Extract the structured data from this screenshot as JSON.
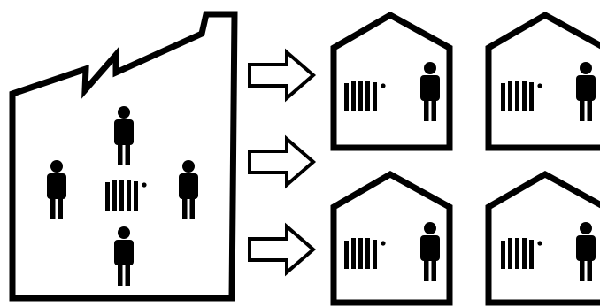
{
  "diagram": {
    "colors": {
      "ink": "#000000",
      "background": "#ffffff"
    },
    "icons": {
      "factory": "factory-building-icon",
      "house": "house-icon",
      "person": "person-icon",
      "radiator": "radiator-icon",
      "arrow": "arrow-right-icon"
    },
    "factory": {
      "people_count": 4,
      "radiator_count": 1
    },
    "arrows_count": 3,
    "houses": [
      {
        "id": "house-top-left",
        "people_count": 1,
        "radiator_count": 1
      },
      {
        "id": "house-top-right",
        "people_count": 1,
        "radiator_count": 1
      },
      {
        "id": "house-bottom-left",
        "people_count": 1,
        "radiator_count": 1
      },
      {
        "id": "house-bottom-right",
        "people_count": 1,
        "radiator_count": 1
      }
    ]
  }
}
